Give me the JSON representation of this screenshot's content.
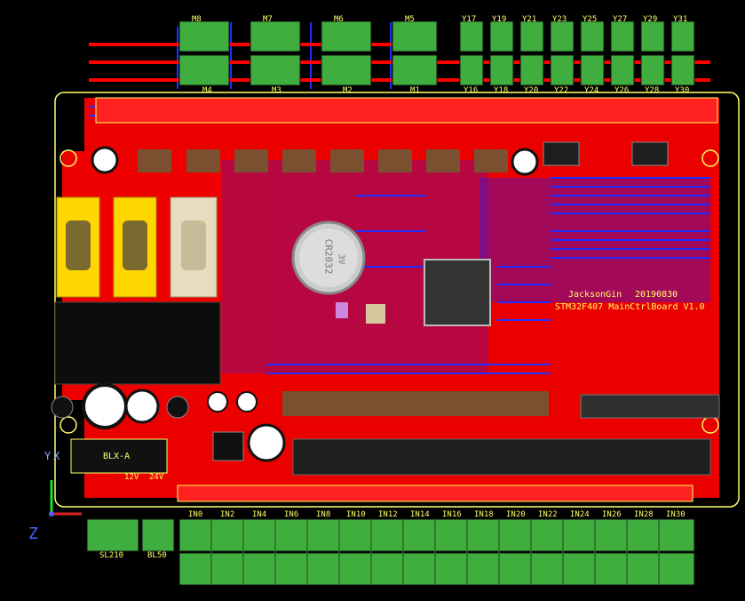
{
  "top_connectors": [
    "M8",
    "M7",
    "M6",
    "M5",
    "Y17",
    "Y19",
    "Y21",
    "Y23",
    "Y25",
    "Y27",
    "Y29",
    "Y31"
  ],
  "second_row_labels": [
    "M4",
    "M3",
    "M2",
    "M1",
    "Y16",
    "Y18",
    "Y20",
    "Y22",
    "Y24",
    "Y26",
    "Y28",
    "Y30"
  ],
  "bottom_inputs": [
    "IN0",
    "IN2",
    "IN4",
    "IN6",
    "IN8",
    "IN10",
    "IN12",
    "IN14",
    "IN16",
    "IN18",
    "IN20",
    "IN22",
    "IN24",
    "IN26",
    "IN28",
    "IN30"
  ],
  "power_labels": [
    "12V",
    "24V"
  ],
  "battery": {
    "model": "CR2032",
    "voltage": "3V"
  },
  "board_title": "STM32F407 MainCtrlBoard V1.0",
  "author": "JacksonGin",
  "date": "20190830",
  "bottom_left": [
    "SL210",
    "BL50"
  ],
  "blx_label": "BLX-A",
  "axes": {
    "x": "X",
    "y": "Y",
    "z": "Z"
  },
  "colors": {
    "board": "#ff0000",
    "trace_blue": "#2020ff",
    "silk": "#ffff66",
    "terminal": "#3fae3f",
    "ic": "#1e1e1e"
  }
}
